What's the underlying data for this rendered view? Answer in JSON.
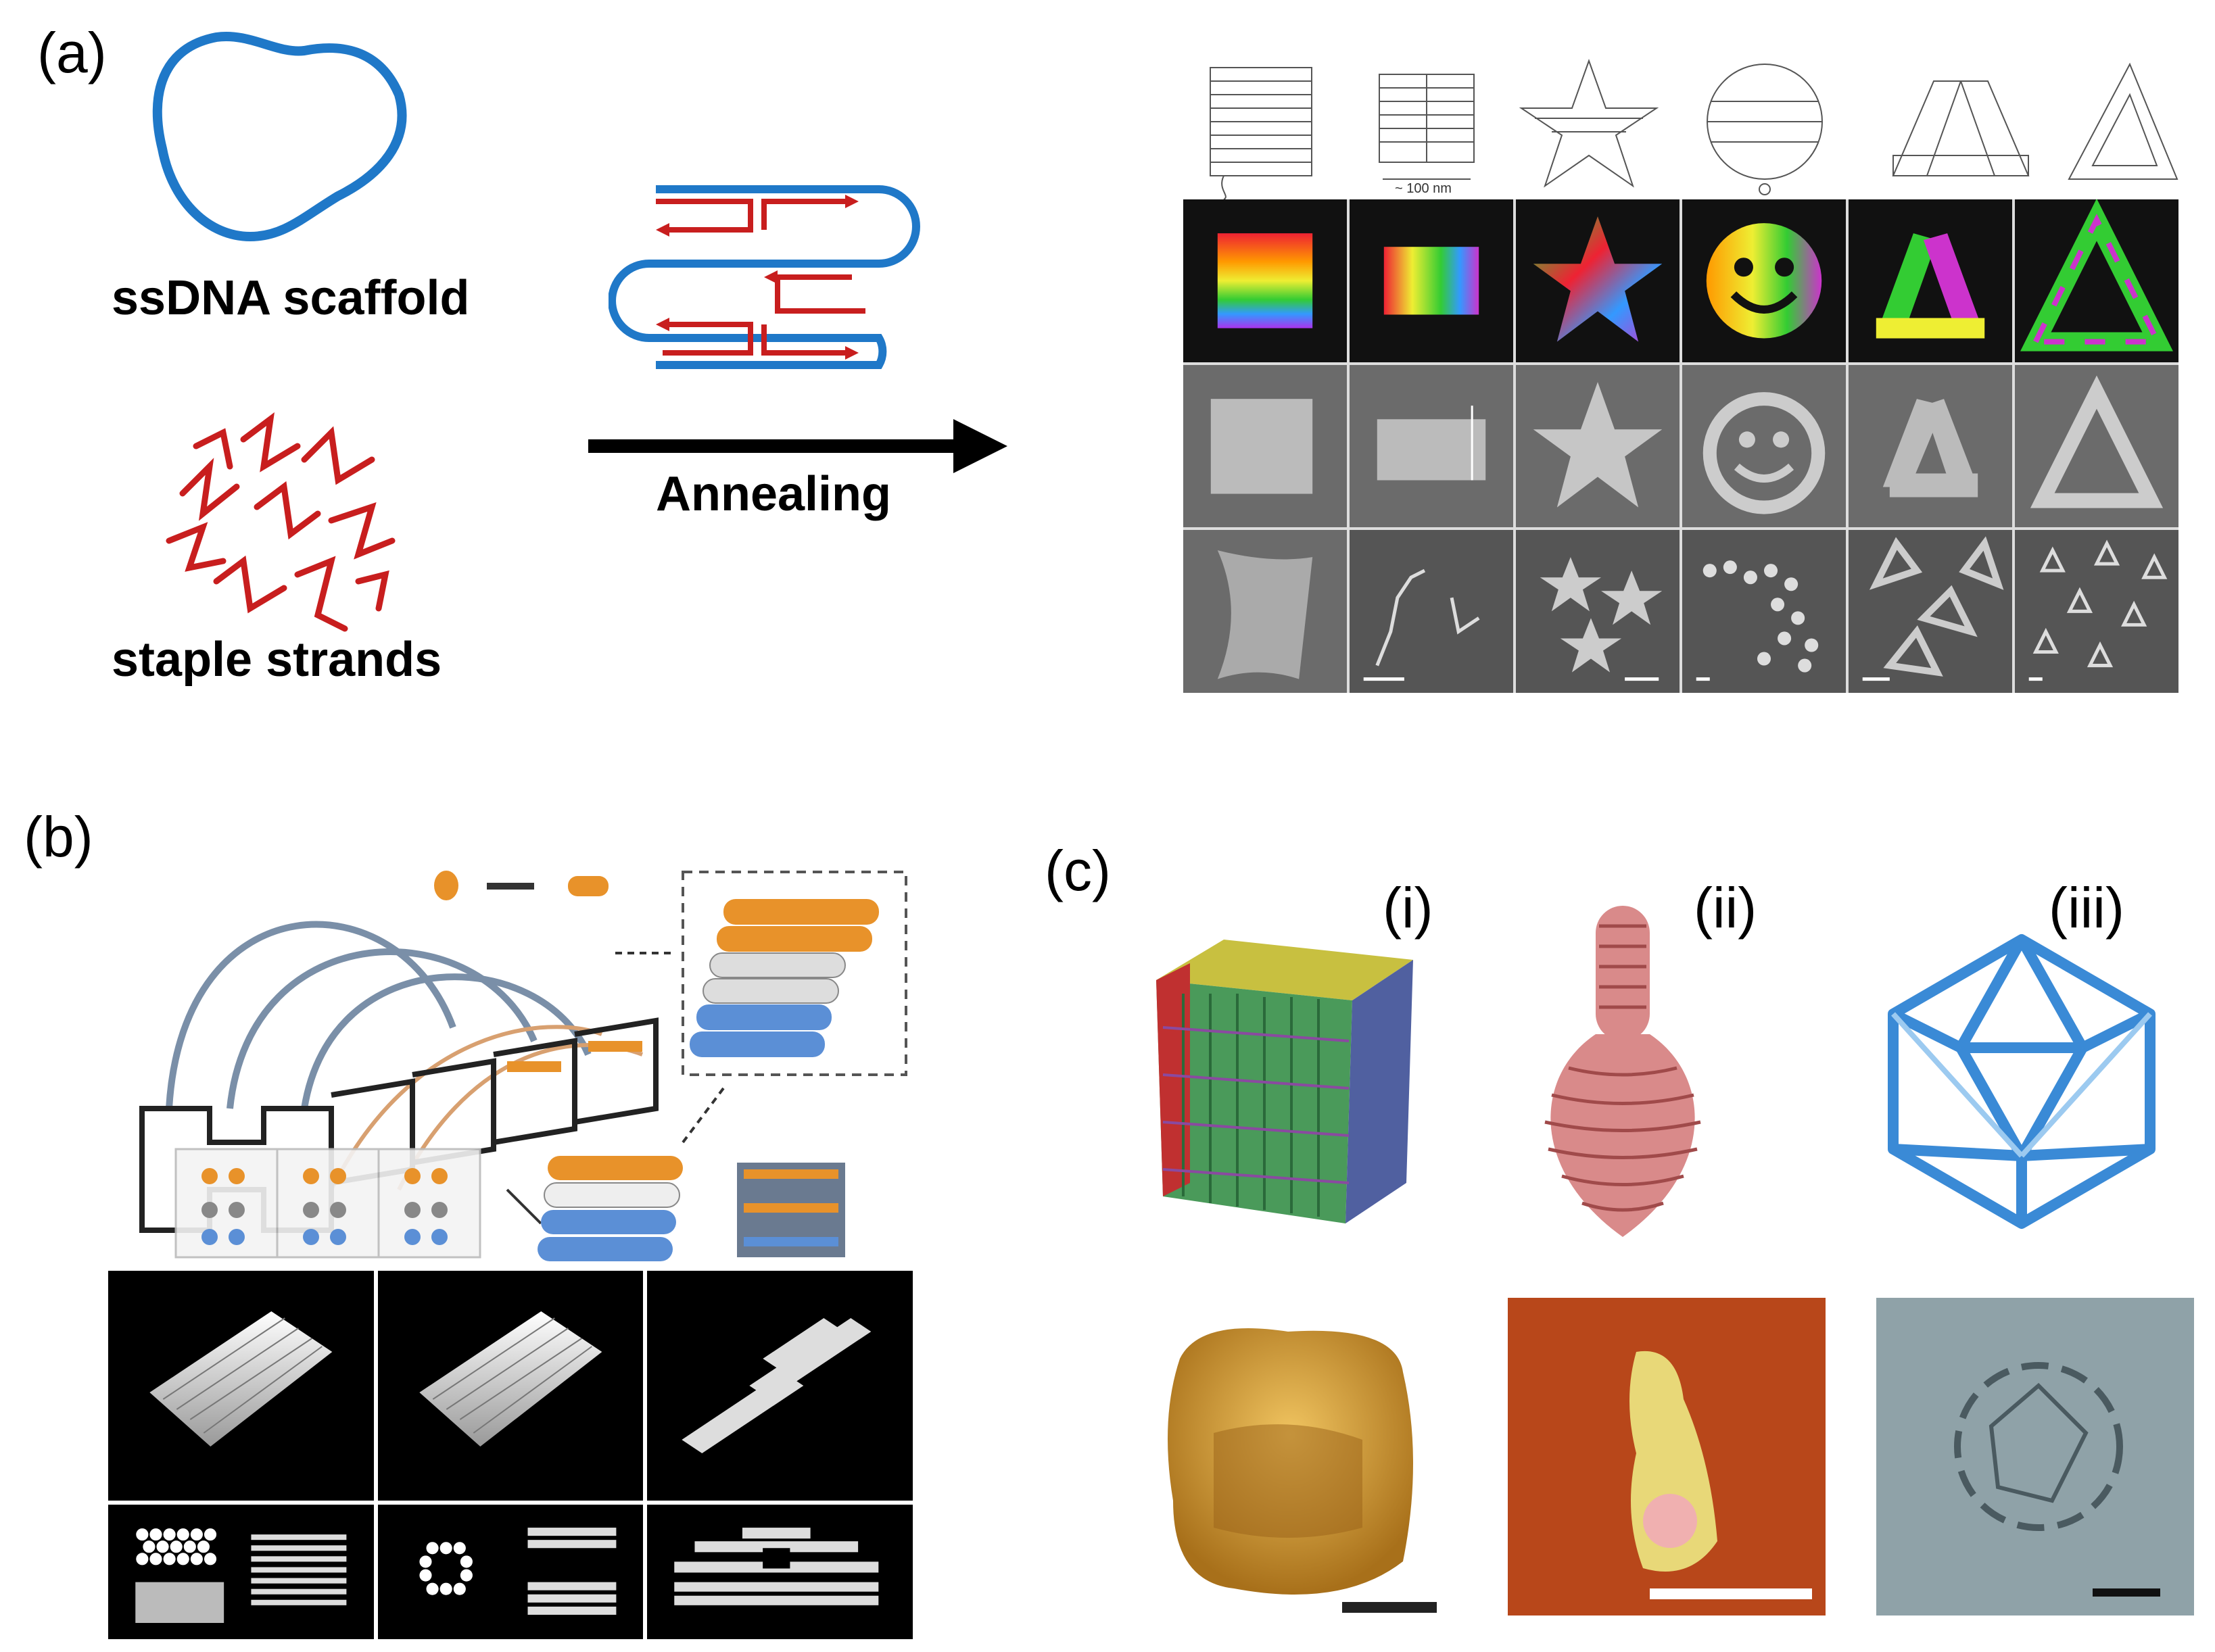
{
  "panels": {
    "a": {
      "label": "(a)",
      "scaffold_label": "ssDNA scaffold",
      "staples_label": "staple strands",
      "arrow_label": "Annealing",
      "scale_text": "~ 100 nm"
    },
    "b": {
      "label": "(b)"
    },
    "c": {
      "label": "(c)",
      "sublabels": [
        "(i)",
        "(ii)",
        "(iii)"
      ]
    }
  },
  "colors": {
    "scaffold": "#1f78c8",
    "staple": "#c81e1e",
    "orange": "#e8922a",
    "blue_helix": "#5b8fd6",
    "gold": "#d9a02a",
    "afm_red": "#b8471a",
    "tem_gray": "#8fa2a8"
  }
}
